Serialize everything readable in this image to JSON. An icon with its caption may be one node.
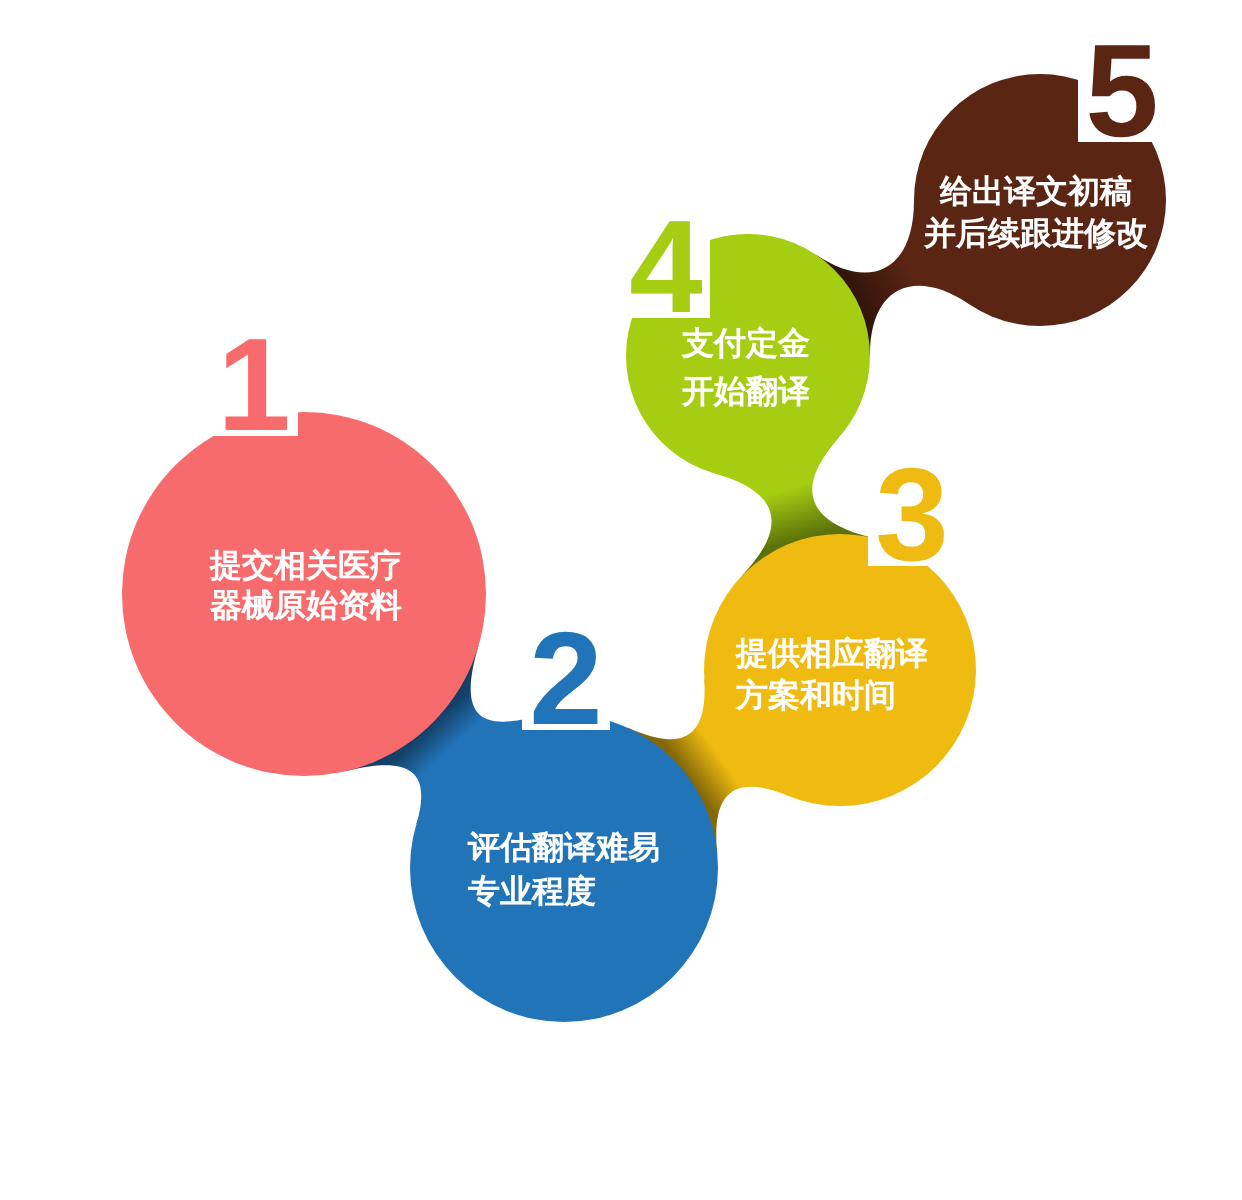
{
  "diagram": {
    "nodes": [
      {
        "text": [
          "1",
          "提交相关医疗器械原始资料"
        ]
      },
      {
        "text": [
          "2",
          "评估翻译难易专业程度"
        ]
      },
      {
        "text": [
          "3",
          "提供相应翻译方案和时间"
        ]
      },
      {
        "text": [
          "4",
          "支付定金开始翻译"
        ]
      },
      {
        "text": [
          "5",
          "给出译文初稿并后续跟进修改"
        ]
      }
    ],
    "edges": [
      {
        "from": 0,
        "to": 1,
        "arrow": "none",
        "color": "#2274b9"
      },
      {
        "from": 1,
        "to": 2,
        "arrow": "none",
        "color": "#efbb10"
      },
      {
        "from": 2,
        "to": 3,
        "arrow": "none",
        "color": "#a5cd12"
      },
      {
        "from": 3,
        "to": 4,
        "arrow": "none",
        "color": "#5b2514"
      }
    ]
  }
}
